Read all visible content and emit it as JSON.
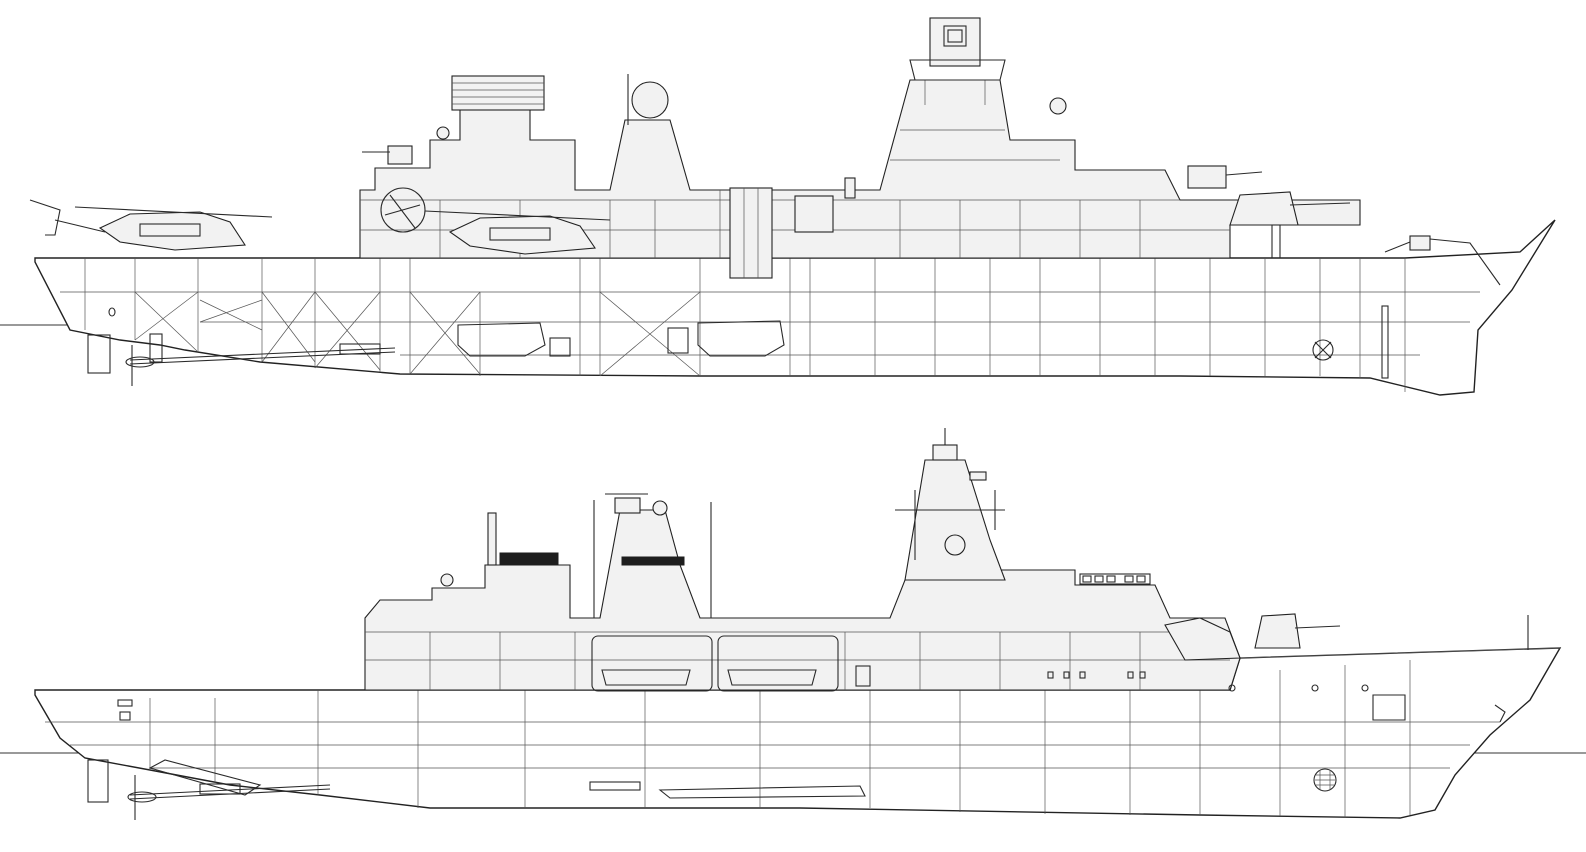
{
  "drawings": [
    {
      "id": "upper-ship",
      "description": "side-elevation-with-helicopters"
    },
    {
      "id": "lower-ship",
      "description": "side-elevation-with-boat-bays"
    }
  ],
  "colors": {
    "line": "#2a2a2a",
    "background": "#ffffff",
    "superstructure": "#f2f2f2"
  },
  "icons": [
    "helicopter-icon",
    "radar-icon",
    "gun-turret-icon",
    "propeller-icon",
    "crane-icon",
    "boat-icon",
    "mast-icon",
    "thruster-icon"
  ]
}
